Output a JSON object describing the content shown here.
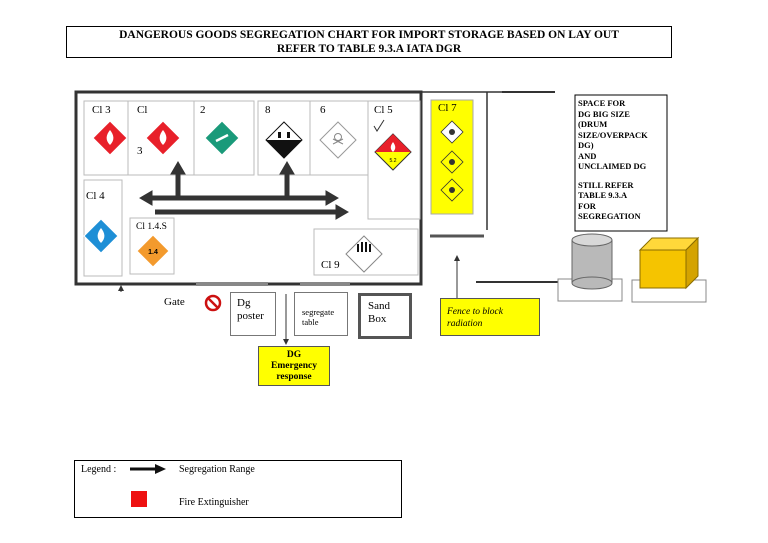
{
  "title": {
    "line1": "DANGEROUS GOODS SEGREGATION CHART FOR IMPORT STORAGE  BASED ON LAY OUT",
    "line2": "REFER TO TABLE 9.3.A IATA DGR"
  },
  "storage": {
    "cl3": "Cl 3",
    "cl3b_top": "Cl",
    "cl3b_bottom": "3",
    "cl2": "2",
    "cl8": "8",
    "cl6": "6",
    "cl5": "Cl 5",
    "cl7": "Cl 7",
    "cl4": "Cl  4",
    "cl14s": "Cl 1.4.S",
    "cl9": "Cl 9",
    "label_14": "1.4",
    "label_52": "5.2"
  },
  "facilities": {
    "gate": "Gate",
    "dg_poster": "Dg\nposter",
    "segregate_table": "segregate\ntable",
    "sand_box": "Sand\nBox",
    "fence": "Fence to block\nradiation",
    "emergency": "DG\nEmergency\nresponse"
  },
  "side_note": {
    "lines": [
      "SPACE FOR",
      "DG BIG SIZE",
      "(DRUM",
      "SIZE/OVERPACK",
      "DG)",
      "AND",
      "UNCLAIMED DG",
      "",
      "STILL REFER",
      "TABLE 9.3.A",
      "FOR",
      "SEGREGATION"
    ]
  },
  "legend": {
    "title": "Legend :",
    "segregation": "Segregation Range",
    "extinguisher": "Fire Extinguisher"
  },
  "colors": {
    "flammable_red": "#e8202a",
    "gas_green": "#1a9a7a",
    "water_react_blue": "#1e8fd6",
    "explosive_orange": "#f39a2d",
    "hazard_yellow": "#ffff00",
    "extinguisher_red": "#ee1111",
    "no_sign_red": "#cc1111"
  }
}
